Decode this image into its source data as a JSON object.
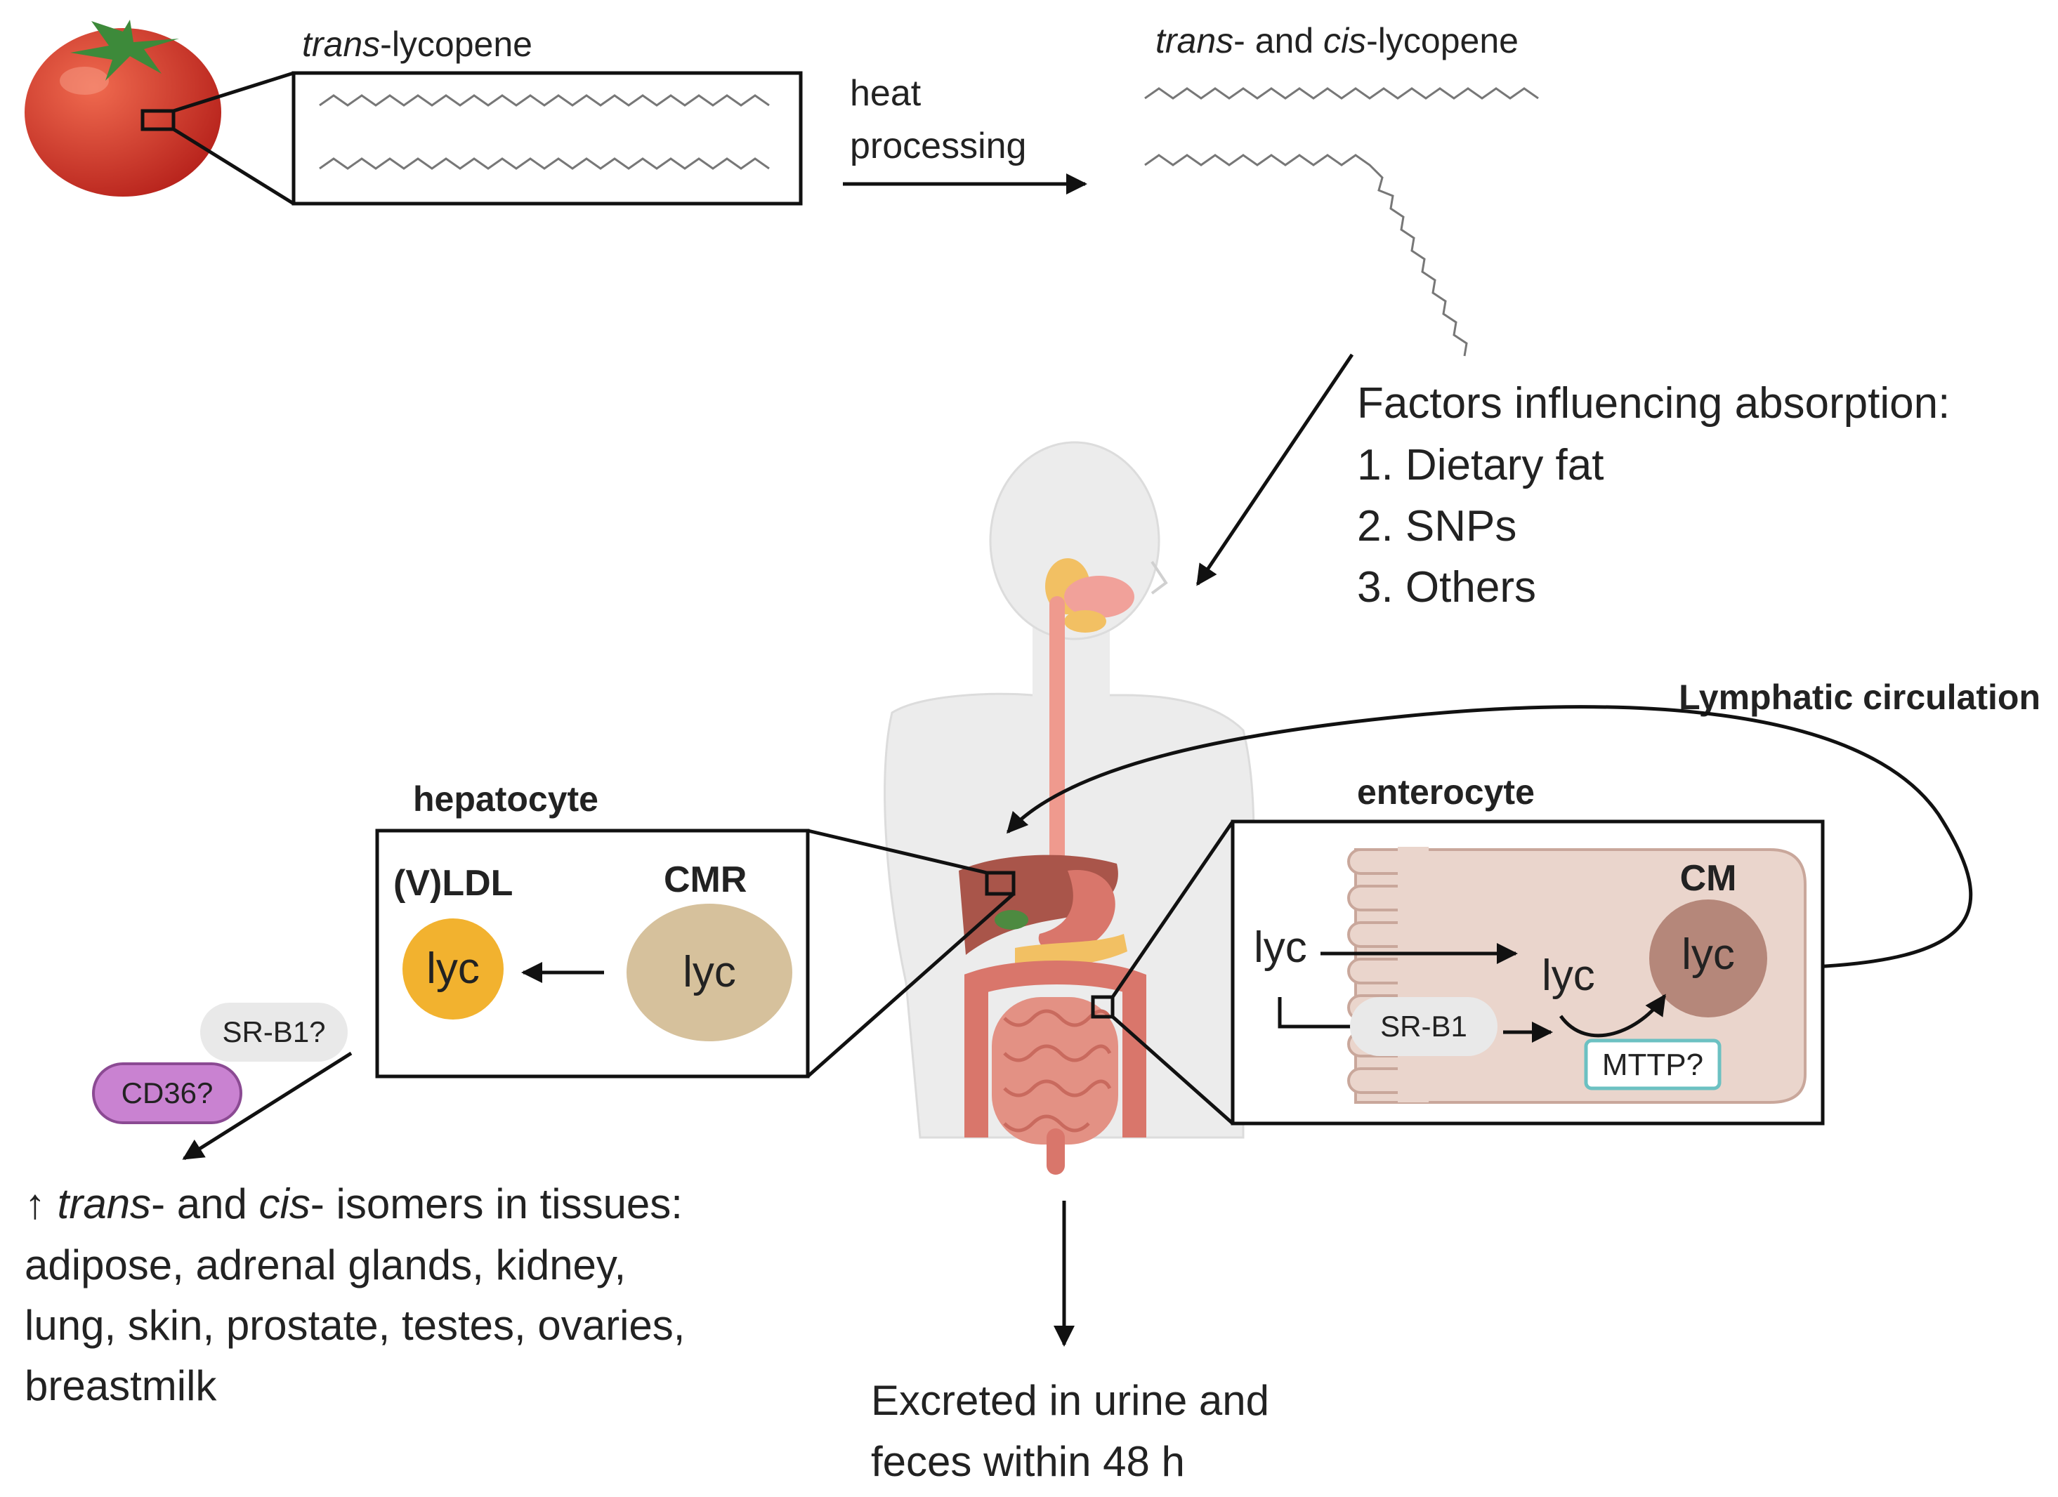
{
  "molecule": {
    "trans_italic": "trans",
    "trans_suffix": "-lycopene",
    "cis_prefix_italic": "trans",
    "cis_mid": "- and ",
    "cis_italic": "cis",
    "cis_suffix": "-lycopene"
  },
  "heat": {
    "line1": "heat",
    "line2": "processing"
  },
  "factors": {
    "title": "Factors influencing absorption:",
    "items": [
      "1. Dietary fat",
      "2. SNPs",
      "3. Others"
    ]
  },
  "lymph_label": "Lymphatic circulation",
  "hepatocyte": {
    "title": "hepatocyte",
    "vldl": "(V)LDL",
    "cmr": "CMR",
    "lyc_left": "lyc",
    "lyc_right": "lyc"
  },
  "enterocyte": {
    "title": "enterocyte",
    "cm": "CM",
    "lyc_in": "lyc",
    "lyc_mid": "lyc",
    "lyc_cm": "lyc",
    "srb1": "SR-B1",
    "mttp": "MTTP?"
  },
  "receptors": {
    "srb1": "SR-B1?",
    "cd36": "CD36?"
  },
  "tissues": {
    "arrow": "↑ ",
    "trans": "trans",
    "and": "- and ",
    "cis": "cis",
    "rest": "- isomers in tissues:",
    "line2": "adipose, adrenal glands, kidney,",
    "line3": "lung, skin, prostate, testes, ovaries,",
    "line4": "breastmilk"
  },
  "excreted": {
    "line1": "Excreted in urine and",
    "line2": "feces within 48 h"
  },
  "colors": {
    "tomato": "#d8362b",
    "vldl": "#f2b22f",
    "cmr": "#d6c19c",
    "cm": "#b5877a",
    "cell": "#ead5cc",
    "cd36": "#c982d1",
    "mttp_border": "#6cc1c2",
    "body": "#ececec",
    "esophagus": "#ef9a8e",
    "liver": "#a9554a",
    "intestine": "#e39184"
  }
}
